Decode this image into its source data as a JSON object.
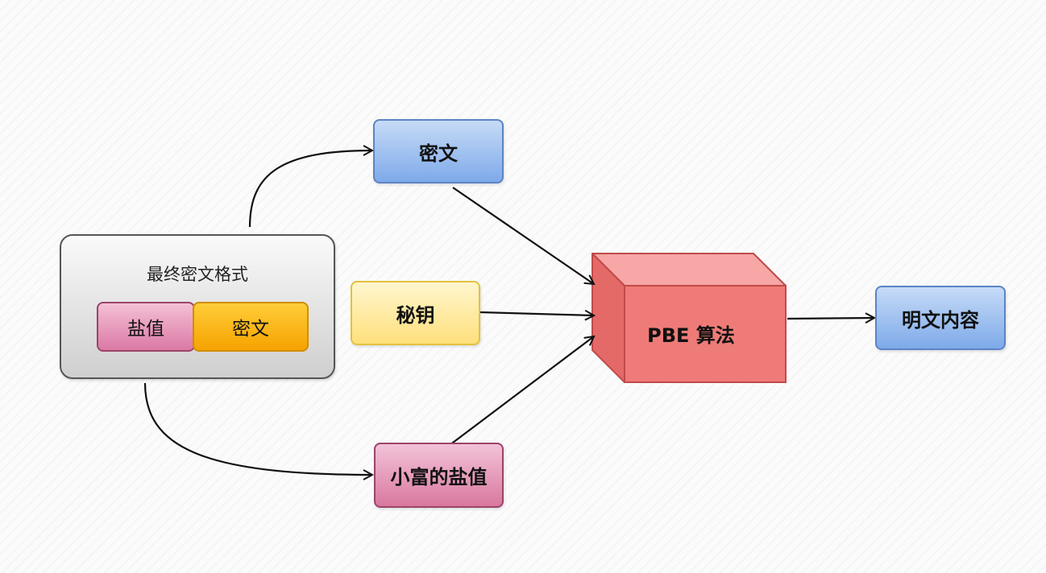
{
  "container": {
    "title": "最终密文格式",
    "salt": "盐值",
    "ciphertext": "密文"
  },
  "nodes": {
    "ciphertext": "密文",
    "key": "秘钥",
    "salt": "小富的盐值",
    "algorithm": "PBE 算法",
    "plaintext": "明文内容"
  },
  "colors": {
    "blue": "#7eaae9",
    "yellow": "#ffe07c",
    "pink": "#d9789f",
    "orange": "#f6a300",
    "red": "#ee7b78",
    "gray": "#cfcfcf"
  }
}
